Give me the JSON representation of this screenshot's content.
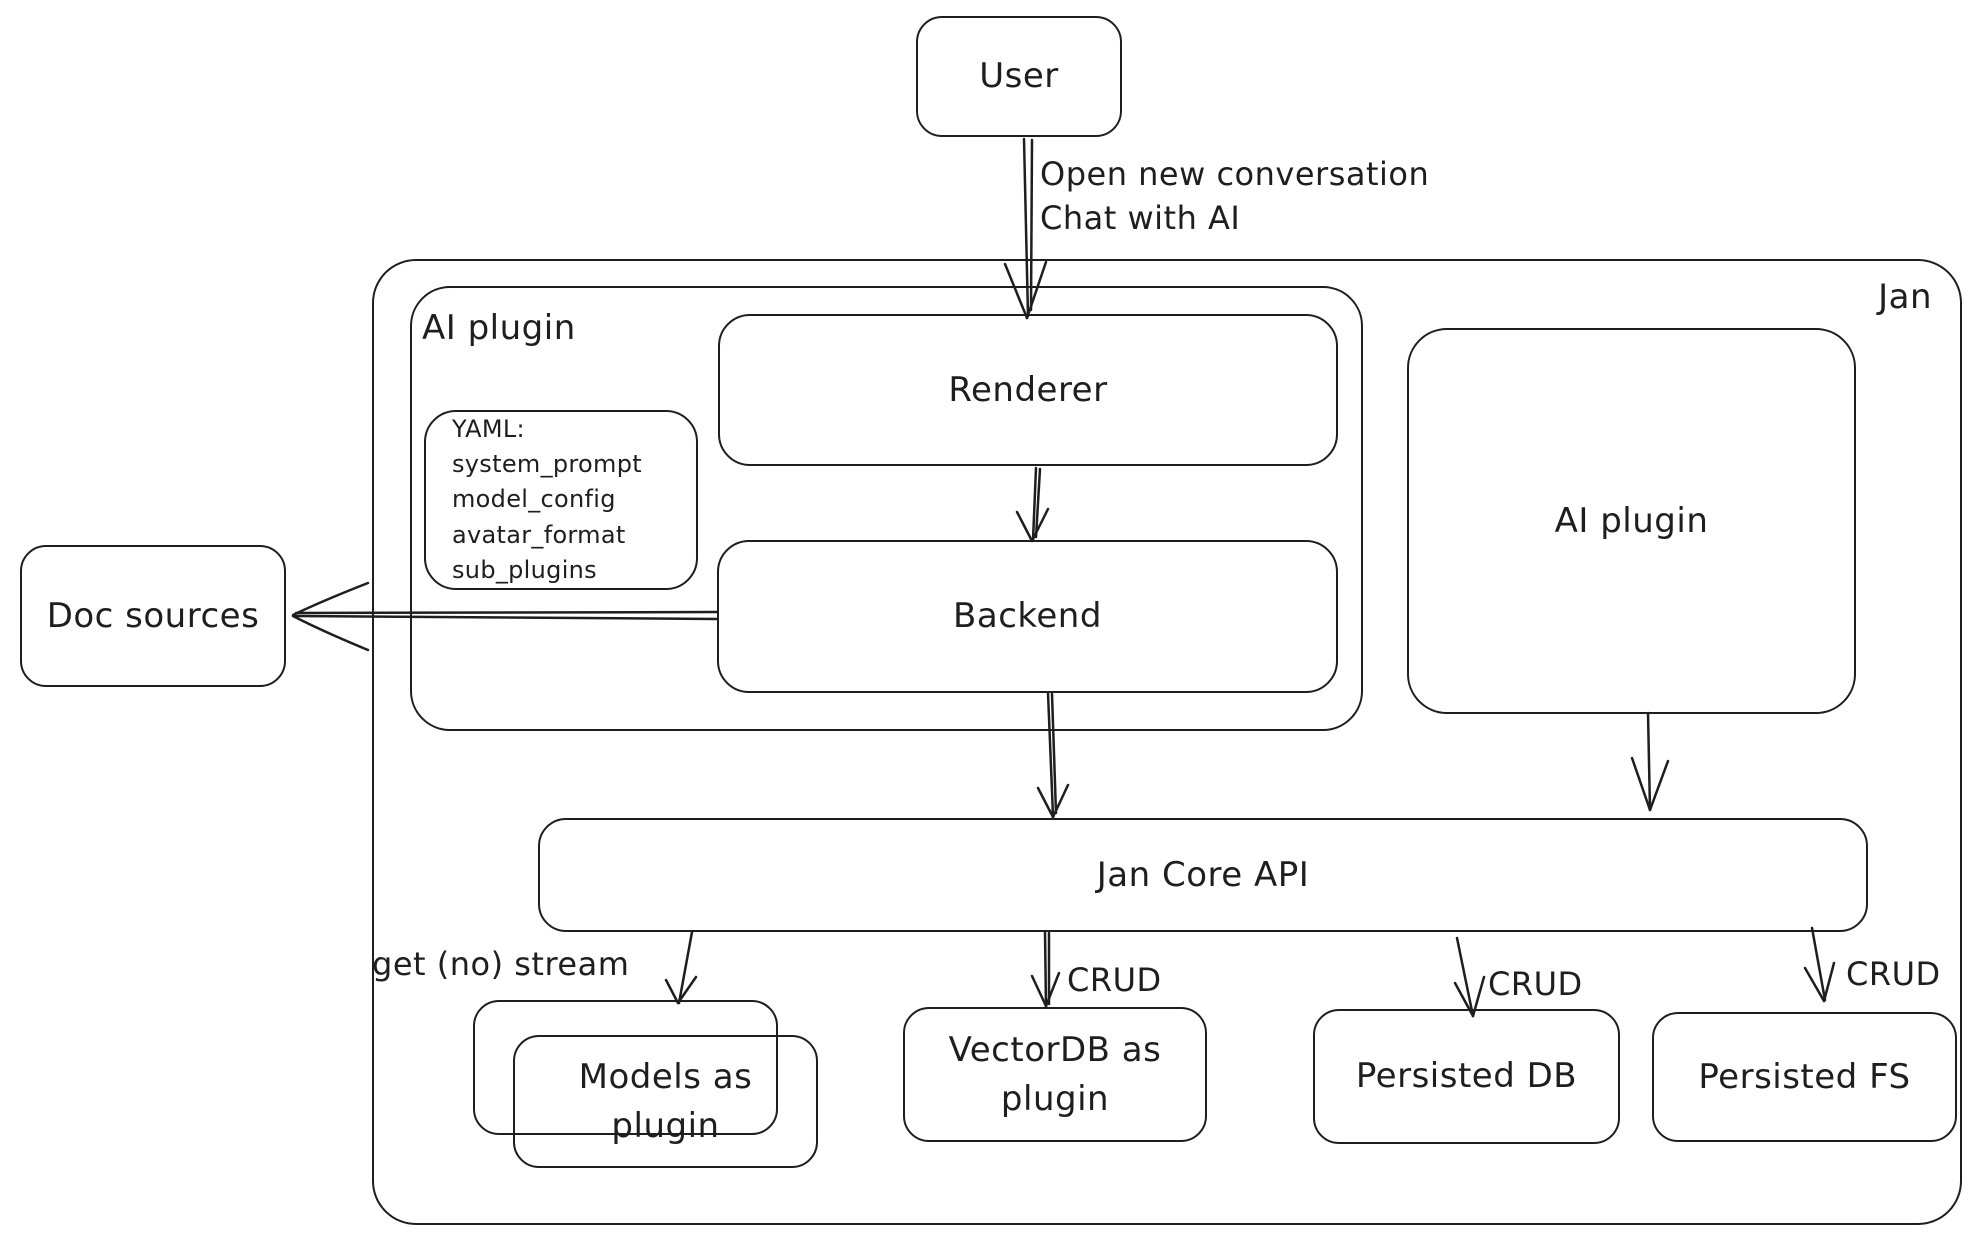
{
  "colors": {
    "stroke": "#1e1e1e",
    "canvas_background": "#ffffff"
  },
  "nodes": {
    "user": "User",
    "jan_container": "Jan",
    "ai_plugin_container": "AI plugin",
    "renderer": "Renderer",
    "yaml_note": "YAML:\nsystem_prompt\nmodel_config\navatar_format\nsub_plugins",
    "backend": "Backend",
    "ai_plugin_right": "AI plugin",
    "doc_sources": "Doc sources",
    "jan_core_api": "Jan Core API",
    "models_as_plugin": "Models as\nplugin",
    "vectordb_as_plugin": "VectorDB as\nplugin",
    "persisted_db": "Persisted DB",
    "persisted_fs": "Persisted FS"
  },
  "edge_labels": {
    "user_to_renderer": "Open new conversation\nChat with AI",
    "core_to_models": "get (no) stream",
    "crud_vectordb": "CRUD",
    "crud_persisted_db": "CRUD",
    "crud_persisted_fs": "CRUD"
  }
}
